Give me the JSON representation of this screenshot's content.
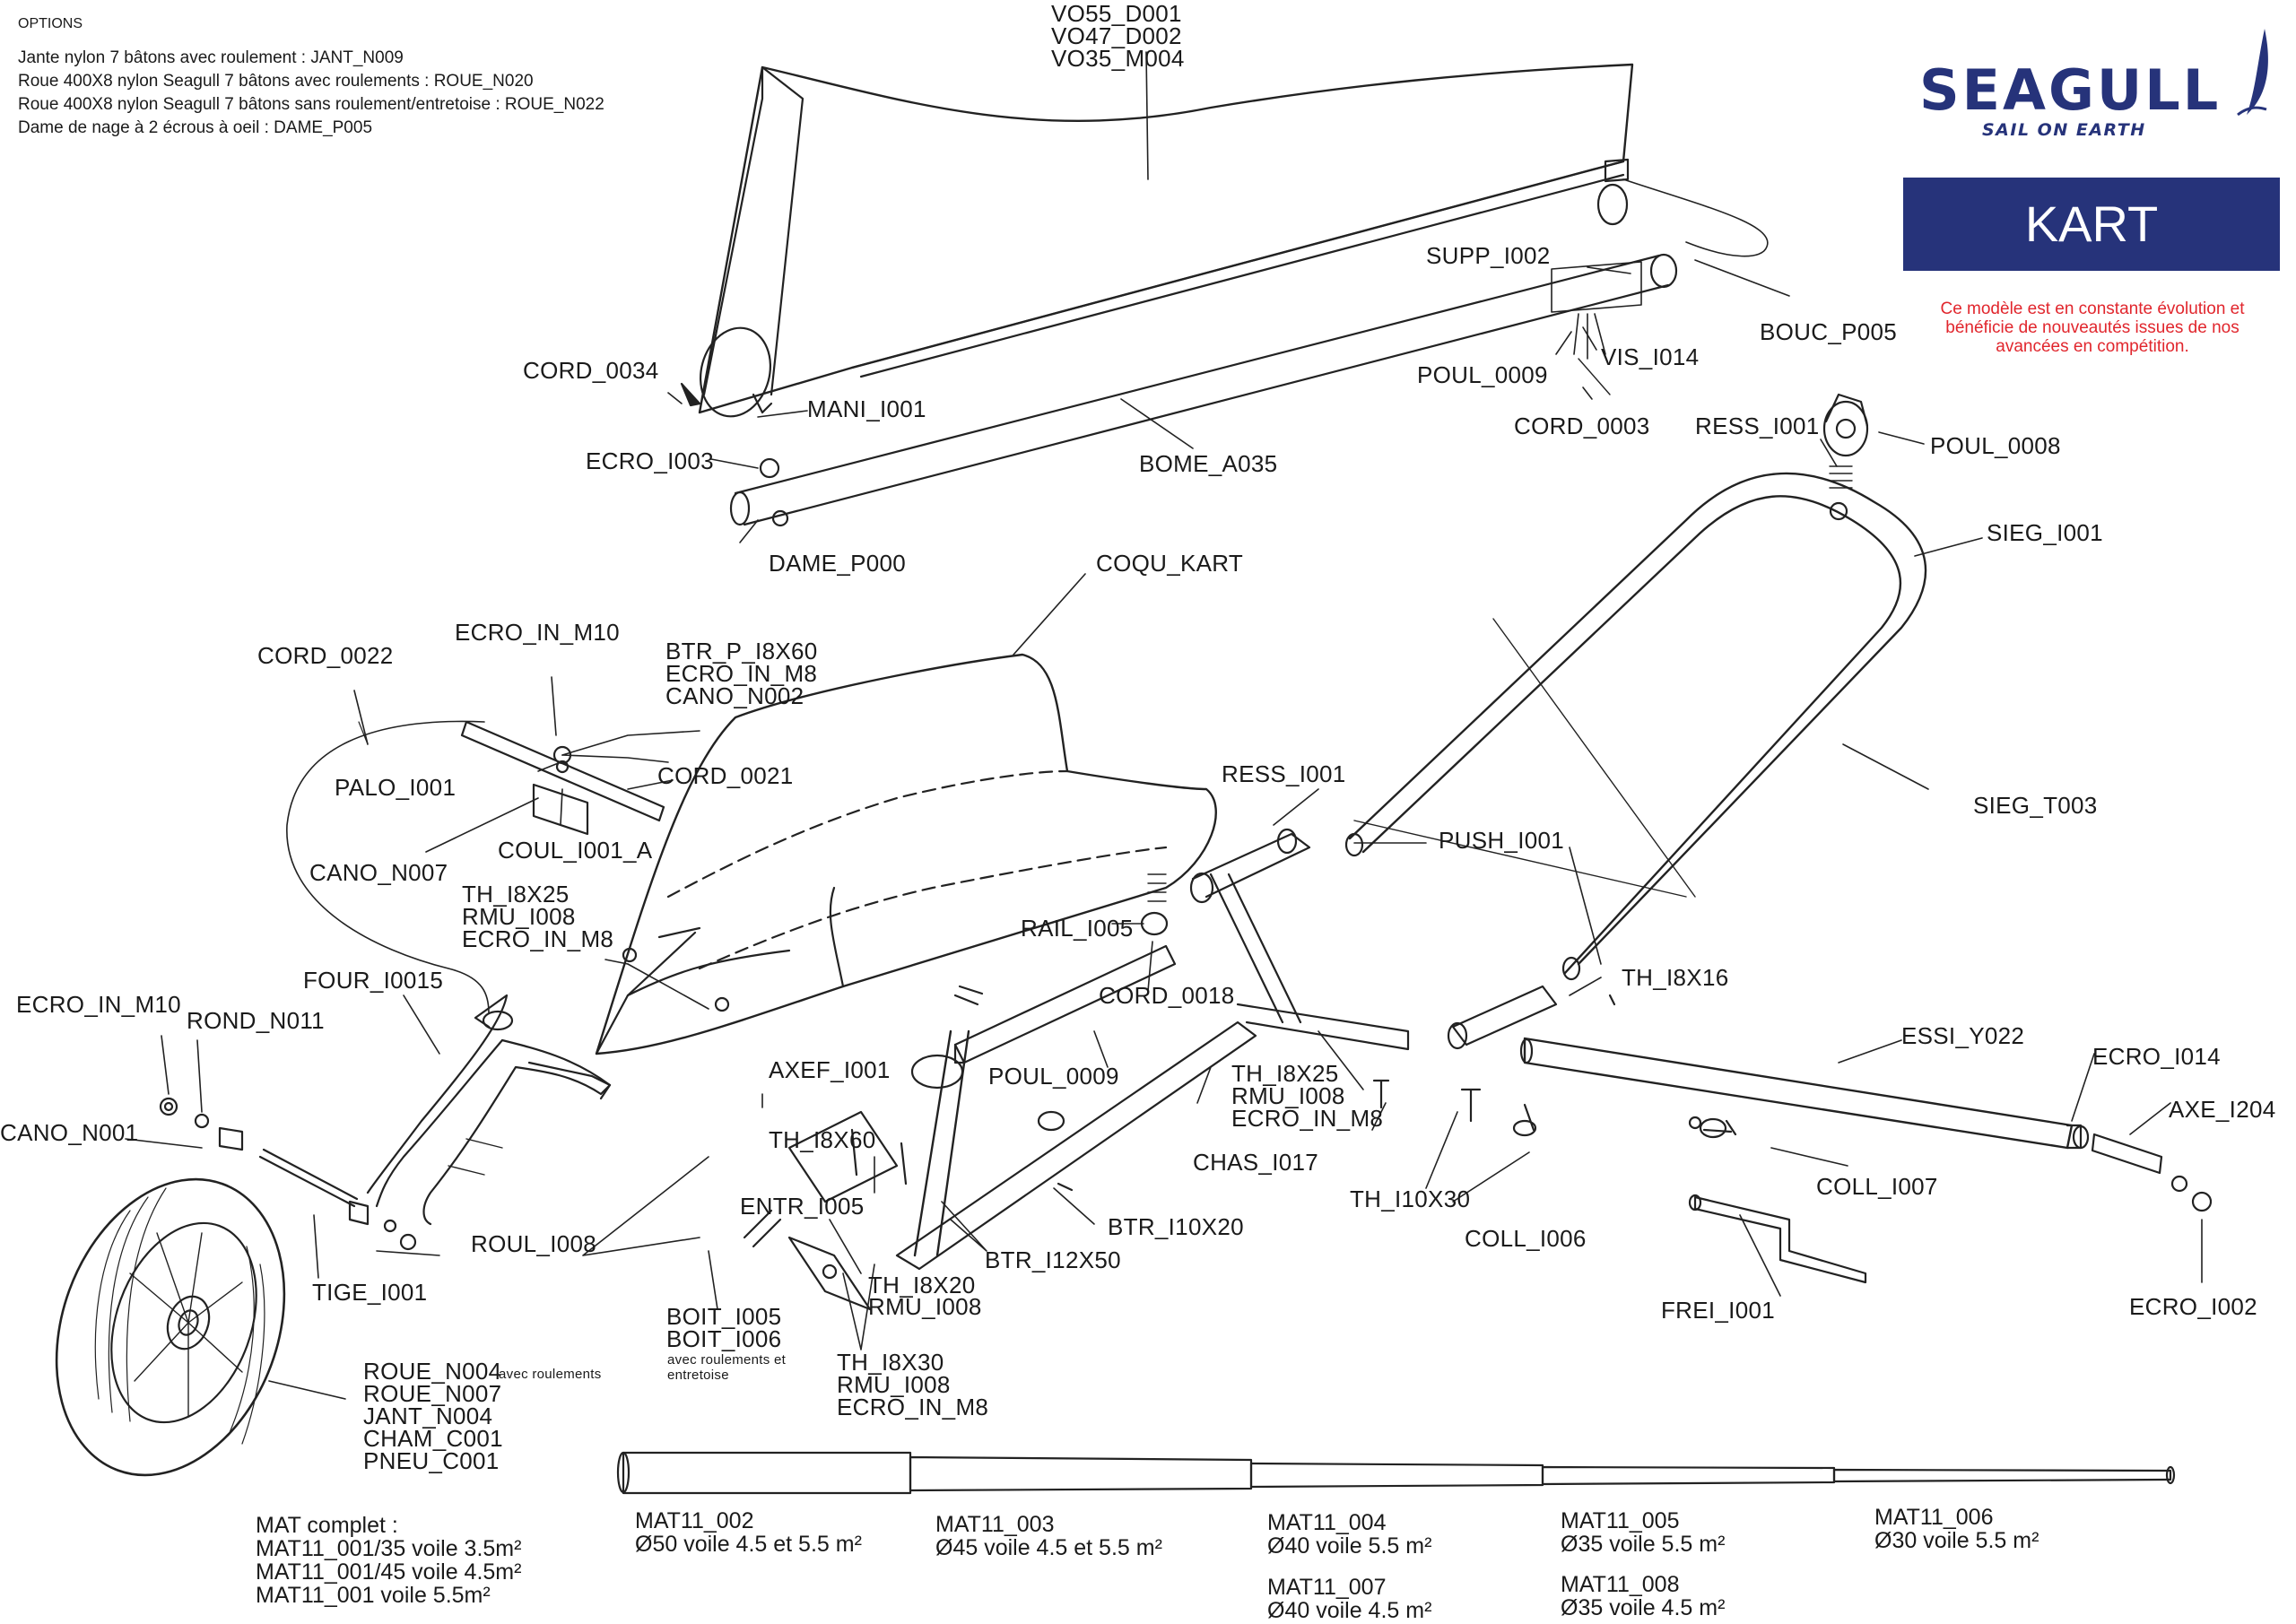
{
  "options": {
    "title": "OPTIONS",
    "lines": [
      "Jante nylon 7 bâtons avec roulement : JANT_N009",
      "Roue 400X8 nylon Seagull 7 bâtons avec roulements : ROUE_N020",
      "Roue 400X8 nylon Seagull 7 bâtons sans roulement/entretoise : ROUE_N022",
      "Dame de nage à 2 écrous à oeil : DAME_P005"
    ]
  },
  "brand": {
    "name": "SEAGULL",
    "tagline": "SAIL ON EARTH",
    "color": "#26337a",
    "model": "KART",
    "notice": "Ce modèle est en constante évolution et bénéficie de nouveautés issues de nos avancées en compétition.",
    "notice_color": "#e1262d"
  },
  "labels": {
    "vo55": "VO55_D001",
    "vo47": "VO47_D002",
    "vo35": "VO35_M004",
    "supp": "SUPP_I002",
    "bouc": "BOUC_P005",
    "poul9a": "POUL_0009",
    "vis": "VIS_I014",
    "cord3": "CORD_0003",
    "cord34": "CORD_0034",
    "mani": "MANI_I001",
    "ecro3": "ECRO_I003",
    "bome": "BOME_A035",
    "dame": "DAME_P000",
    "ress1": "RESS_I001",
    "poul8": "POUL_0008",
    "sieg1": "SIEG_I001",
    "coqu": "COQU_KART",
    "cord22": "CORD_0022",
    "ecroinm10a": "ECRO_IN_M10",
    "btrp_1": "BTR_P_I8X60",
    "btrp_2": "ECRO_IN_M8",
    "btrp_3": "CANO_N002",
    "palo": "PALO_I001",
    "cord21": "CORD_0021",
    "coul": "COUL_I001_A",
    "cano7": "CANO_N007",
    "siegt": "SIEG_T003",
    "ress2": "RESS_I001",
    "push": "PUSH_I001",
    "th825_1": "TH_I8X25",
    "th825_2": "RMU_I008",
    "th825_3": "ECRO_IN_M8",
    "rail": "RAIL_I005",
    "th816": "TH_I8X16",
    "four": "FOUR_I0015",
    "cord18": "CORD_0018",
    "ecroinm10b": "ECRO_IN_M10",
    "rond": "ROND_N011",
    "essi": "ESSI_Y022",
    "ecro14": "ECRO_I014",
    "axe": "AXE_I204",
    "cano1": "CANO_N001",
    "axef": "AXEF_I001",
    "poul9b": "POUL_0009",
    "th825b_1": "TH_I8X25",
    "th825b_2": "RMU_I008",
    "th825b_3": "ECRO_IN_M8",
    "th860": "TH_I8X60",
    "chas": "CHAS_I017",
    "coll7": "COLL_I007",
    "entr": "ENTR_I005",
    "btr1020": "BTR_I10X20",
    "th1030": "TH_I10X30",
    "roul": "ROUL_I008",
    "btr1250": "BTR_I12X50",
    "coll6": "COLL_I006",
    "tige": "TIGE_I001",
    "th820_1": "TH_I8X20",
    "th820_2": "RMU_I008",
    "frei": "FREI_I001",
    "ecro2": "ECRO_I002",
    "boit_1": "BOIT_I005",
    "boit_2": "BOIT_I006",
    "boit_note": "avec roulements et\nentretoise",
    "th830_1": "TH_I8X30",
    "th830_2": "RMU_I008",
    "th830_3": "ECRO_IN_M8",
    "roue_1": "ROUE_N004",
    "roue_note": "avec roulements",
    "roue_2": "ROUE_N007",
    "roue_3": "JANT_N004",
    "roue_4": "CHAM_C001",
    "roue_5": "PNEU_C001"
  },
  "mast": {
    "complete_title": "MAT complet :",
    "complete": [
      "MAT11_001/35 voile 3.5m²",
      "MAT11_001/45 voile 4.5m²",
      "MAT11_001 voile 5.5m²"
    ],
    "sections": [
      {
        "ref": "MAT11_002",
        "desc": "Ø50 voile 4.5 et 5.5 m²"
      },
      {
        "ref": "MAT11_003",
        "desc": "Ø45 voile 4.5 et 5.5 m²"
      },
      {
        "ref": "MAT11_004",
        "desc": "Ø40 voile 5.5 m²"
      },
      {
        "ref": "MAT11_007",
        "desc": "Ø40 voile 4.5 m²"
      },
      {
        "ref": "MAT11_005",
        "desc": "Ø35 voile 5.5 m²"
      },
      {
        "ref": "MAT11_008",
        "desc": "Ø35 voile 4.5 m²"
      },
      {
        "ref": "MAT11_006",
        "desc": "Ø30 voile 5.5 m²"
      }
    ]
  }
}
